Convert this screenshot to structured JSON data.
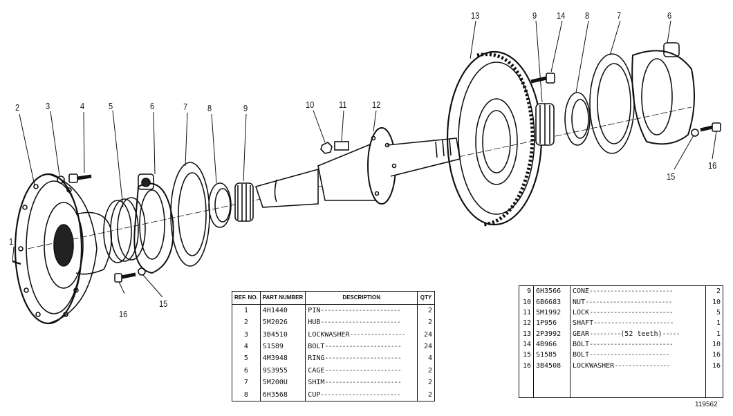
{
  "callouts": [
    "1",
    "2",
    "3",
    "4",
    "5",
    "6",
    "7",
    "8",
    "9",
    "10",
    "11",
    "12",
    "13",
    "9",
    "14",
    "8",
    "7",
    "6",
    "15",
    "16",
    "16",
    "15"
  ],
  "table_left": {
    "headers": {
      "ref": "REF. NO.",
      "part": "PART NUMBER",
      "desc": "DESCRIPTION",
      "qty": "QTY"
    },
    "rows": [
      {
        "ref": "1",
        "part": "4H1440",
        "desc": "PIN",
        "qty": "2"
      },
      {
        "ref": "2",
        "part": "5M2026",
        "desc": "HUB",
        "qty": "2"
      },
      {
        "ref": "3",
        "part": "3B4510",
        "desc": "LOCKWASHER",
        "qty": "24"
      },
      {
        "ref": "4",
        "part": "S1589",
        "desc": "BOLT",
        "qty": "24"
      },
      {
        "ref": "5",
        "part": "4M3948",
        "desc": "RING",
        "qty": "4"
      },
      {
        "ref": "6",
        "part": "9S3955",
        "desc": "CAGE",
        "qty": "2"
      },
      {
        "ref": "7",
        "part": "5M200U",
        "desc": "SHIM",
        "qty": "2"
      },
      {
        "ref": "8",
        "part": "6H3568",
        "desc": "CUP",
        "qty": "2"
      }
    ]
  },
  "table_right": {
    "rows": [
      {
        "ref": "9",
        "part": "6H3566",
        "desc": "CONE",
        "note": "",
        "qty": "2"
      },
      {
        "ref": "10",
        "part": "6B6683",
        "desc": "NUT",
        "note": "",
        "qty": "10"
      },
      {
        "ref": "11",
        "part": "5M1992",
        "desc": "LOCK",
        "note": "",
        "qty": "5"
      },
      {
        "ref": "12",
        "part": "1P956",
        "desc": "SHAFT",
        "note": "",
        "qty": "1"
      },
      {
        "ref": "13",
        "part": "2P3992",
        "desc": "GEAR",
        "note": "(52 teeth)",
        "qty": "1"
      },
      {
        "ref": "14",
        "part": "4B966",
        "desc": "BOLT",
        "note": "",
        "qty": "10"
      },
      {
        "ref": "15",
        "part": "S1585",
        "desc": "BOLT",
        "note": "",
        "qty": "16"
      },
      {
        "ref": "16",
        "part": "3B4508",
        "desc": "LOCKWASHER",
        "note": "",
        "qty": "16"
      }
    ]
  },
  "figure_number": "119562"
}
